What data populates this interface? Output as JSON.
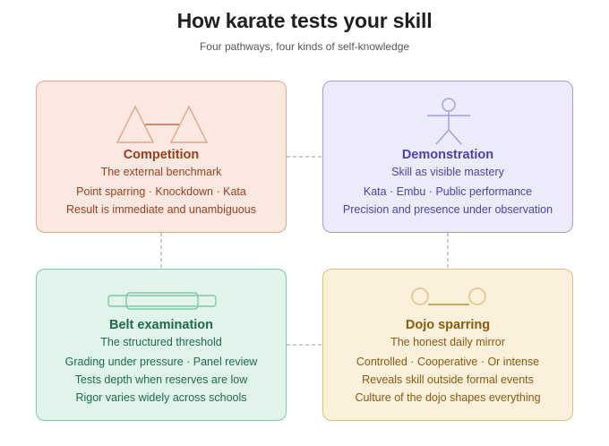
{
  "header": {
    "title": "How karate tests your skill",
    "subtitle": "Four pathways, four kinds of self-knowledge"
  },
  "colors": {
    "competition": "#9a3e1d",
    "demonstration": "#4b42ad",
    "belt": "#1d6b4c",
    "dojo": "#8a5a0e",
    "connector": "#9a9a9a"
  },
  "cards": {
    "competition": {
      "icon": "two-triangles-icon",
      "heading": "Competition",
      "tagline": "The external benchmark",
      "lines": [
        "Point sparring · Knockdown · Kata",
        "Result is immediate and unambiguous"
      ]
    },
    "demonstration": {
      "icon": "stick-figure-icon",
      "heading": "Demonstration",
      "tagline": "Skill as visible mastery",
      "lines": [
        "Kata · Embu · Public performance",
        "Precision and presence under observation"
      ]
    },
    "belt": {
      "icon": "belt-icon",
      "heading": "Belt examination",
      "tagline": "The structured threshold",
      "lines": [
        "Grading under pressure · Panel review",
        "Tests depth when reserves are low",
        "Rigor varies widely across schools"
      ]
    },
    "dojo": {
      "icon": "two-circles-icon",
      "heading": "Dojo sparring",
      "tagline": "The honest daily mirror",
      "lines": [
        "Controlled · Cooperative · Or intense",
        "Reveals skill outside formal events",
        "Culture of the dojo shapes everything"
      ]
    }
  }
}
